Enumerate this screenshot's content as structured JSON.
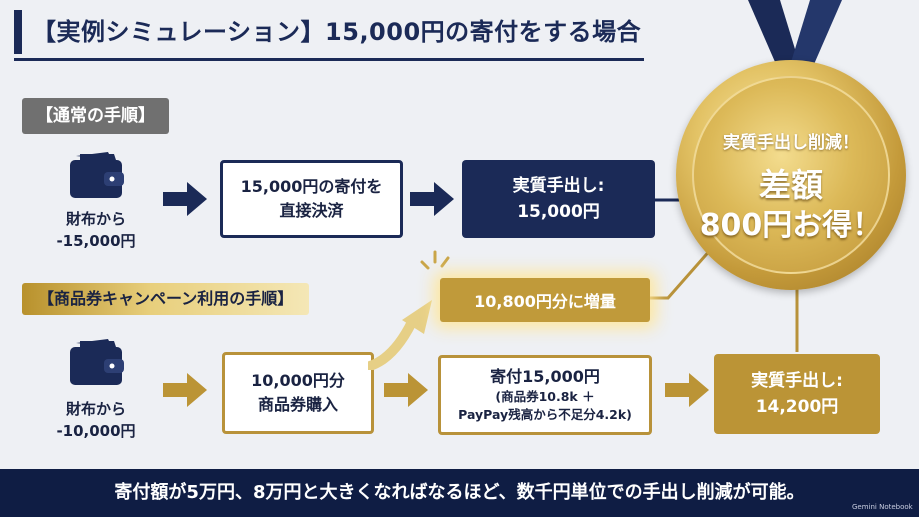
{
  "title": "【実例シミュレーション】15,000円の寄付をする場合",
  "normal": {
    "label": "【通常の手順】",
    "wallet_line1": "財布から",
    "wallet_line2": "-15,000円",
    "step1_line1": "15,000円の寄付を",
    "step1_line2": "直接決済",
    "result_line1": "実質手出し:",
    "result_line2": "15,000円"
  },
  "campaign": {
    "label": "【商品券キャンペーン利用の手順】",
    "wallet_line1": "財布から",
    "wallet_line2": "-10,000円",
    "step1_line1": "10,000円分",
    "step1_line2": "商品券購入",
    "boost": "10,800円分に増量",
    "donation_main": "寄付15,000円",
    "donation_sub1": "(商品券10.8k ＋",
    "donation_sub2": "PayPay残高から不足分4.2k)",
    "result_line1": "実質手出し:",
    "result_line2": "14,200円"
  },
  "medal": {
    "line1": "実質手出し削減！",
    "line2": "差額",
    "line3": "800円お得！"
  },
  "footer": "寄付額が5万円、8万円と大きくなればなるほど、数千円単位での手出し削減が可能。",
  "watermark": "Gemini Notebook",
  "colors": {
    "navy": "#1b2a57",
    "gold": "#bb9436",
    "footer": "#0f1d44"
  },
  "icons": [
    "wallet-icon",
    "arrow-right-icon",
    "curved-arrow-icon",
    "sparkle-icon",
    "medal-ribbon-icon"
  ]
}
